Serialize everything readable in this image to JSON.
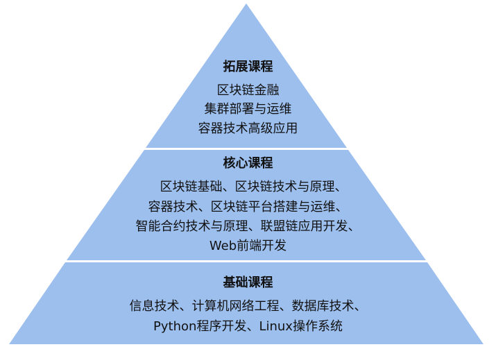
{
  "colors": {
    "tier_fill": "#9dbfee",
    "separator": "#ffffff",
    "text": "#111111"
  },
  "tiers": [
    {
      "title": "拓展课程",
      "lines": [
        "区块链金融",
        "集群部署与运维",
        "容器技术高级应用"
      ]
    },
    {
      "title": "核心课程",
      "lines": [
        "区块链基础、区块链技术与原理、",
        "容器技术、区块链平台搭建与运维、",
        "智能合约技术与原理、联盟链应用开发、",
        "Web前端开发"
      ]
    },
    {
      "title": "基础课程",
      "lines": [
        "信息技术、计算机网络工程、数据库技术、",
        "Python程序开发、Linux操作系统"
      ]
    }
  ]
}
